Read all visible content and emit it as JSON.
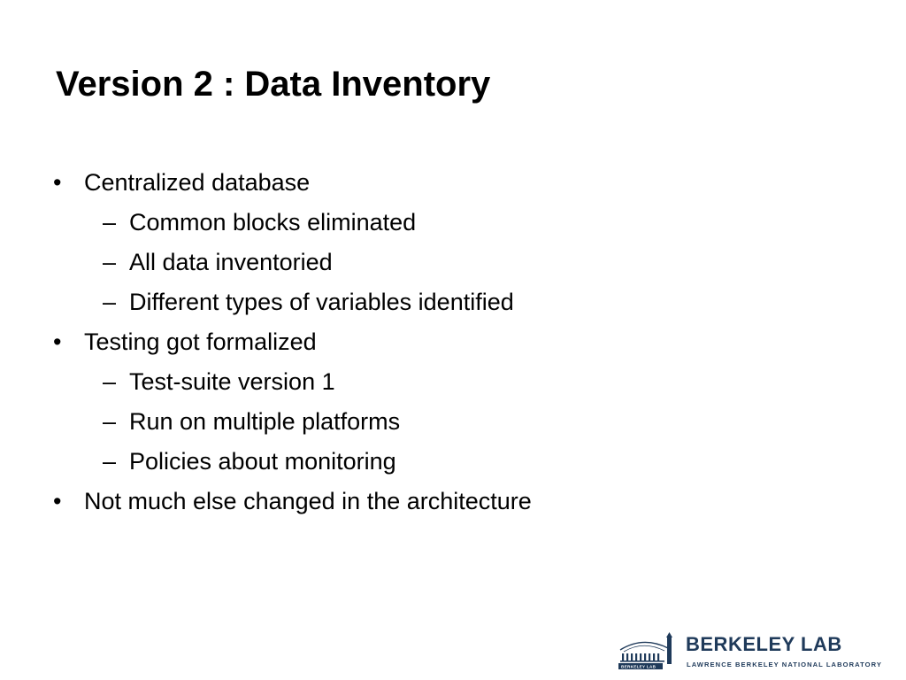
{
  "slide": {
    "title": "Version 2 : Data Inventory",
    "bullets": [
      {
        "level": 1,
        "marker": "•",
        "text": "Centralized database"
      },
      {
        "level": 2,
        "marker": "–",
        "text": "Common blocks eliminated"
      },
      {
        "level": 2,
        "marker": "–",
        "text": "All data inventoried"
      },
      {
        "level": 2,
        "marker": "–",
        "text": "Different types of variables identified"
      },
      {
        "level": 1,
        "marker": "•",
        "text": "Testing got formalized"
      },
      {
        "level": 2,
        "marker": "–",
        "text": "Test-suite version 1"
      },
      {
        "level": 2,
        "marker": "–",
        "text": "Run on multiple platforms"
      },
      {
        "level": 2,
        "marker": "–",
        "text": "Policies about monitoring"
      },
      {
        "level": 1,
        "marker": "•",
        "text": "Not much else changed in the architecture"
      }
    ]
  },
  "logo": {
    "name": "BERKELEY LAB",
    "subtitle": "LAWRENCE BERKELEY NATIONAL LABORATORY",
    "mark_label": "BERKELEY LAB",
    "color": "#1f3a5a"
  }
}
